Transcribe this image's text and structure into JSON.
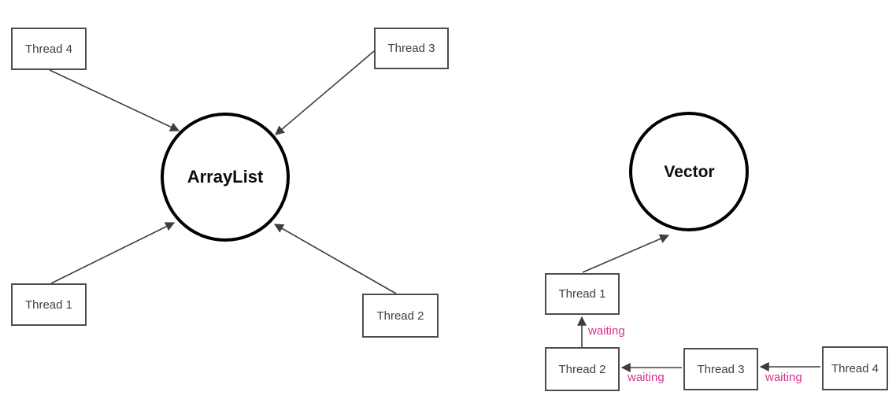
{
  "diagram": {
    "left": {
      "node_label": "ArrayList",
      "threads": [
        {
          "label": "Thread 1"
        },
        {
          "label": "Thread 2"
        },
        {
          "label": "Thread 3"
        },
        {
          "label": "Thread 4"
        }
      ]
    },
    "right": {
      "node_label": "Vector",
      "threads": [
        {
          "label": "Thread 1"
        },
        {
          "label": "Thread 2"
        },
        {
          "label": "Thread 3"
        },
        {
          "label": "Thread 4"
        }
      ],
      "waiting_labels": [
        "waiting",
        "waiting",
        "waiting"
      ]
    },
    "colors": {
      "waiting_text": "#d6338f",
      "node_stroke": "#000000",
      "box_border": "#4d4d4d",
      "box_text": "#404040",
      "arrow": "#3e3e3e",
      "bg": "#ffffff"
    }
  }
}
